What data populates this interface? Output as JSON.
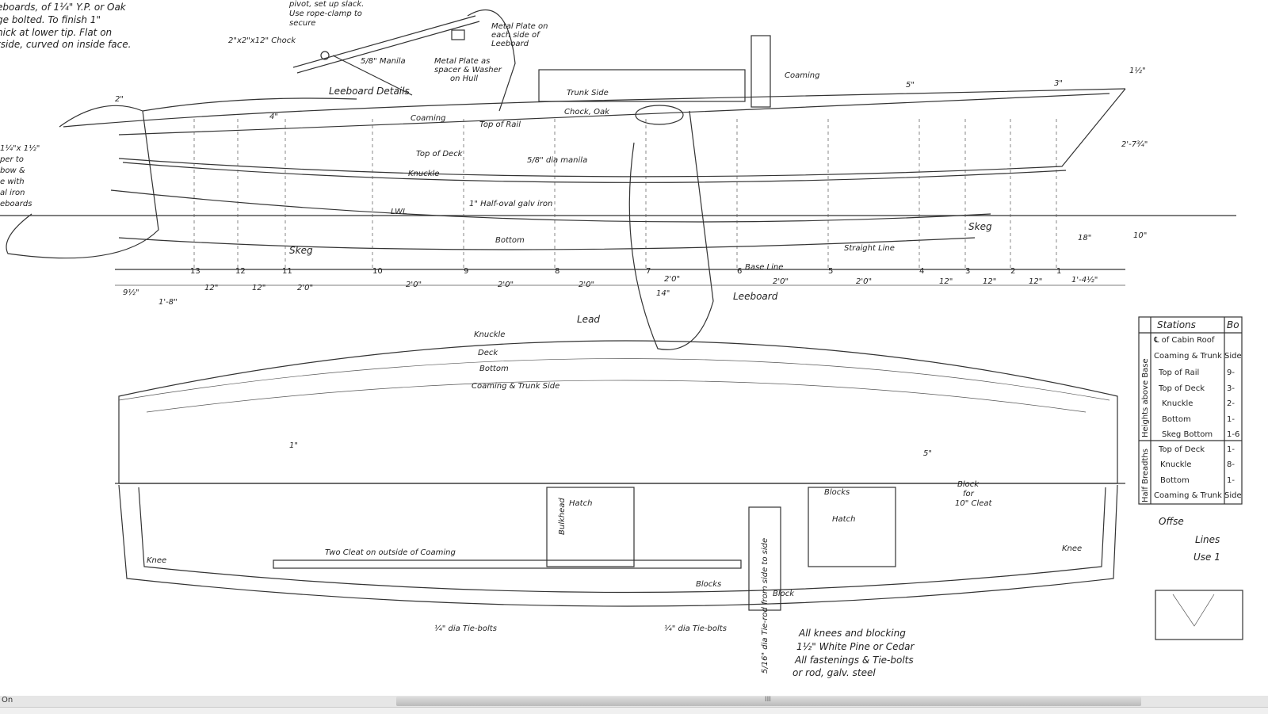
{
  "notes": {
    "leeboard_material": [
      "eboards, of 1¼\" Y.P. or Oak",
      "ge bolted. To finish 1\"",
      "hick at lower tip. Flat on",
      "tside, curved on inside face."
    ],
    "pivot": [
      "pivot, set up slack.",
      "Use rope-clamp to",
      "secure"
    ],
    "chock": "2\"x2\"x12\" Chock",
    "manila": "5/8\" Manila",
    "metal_plate_each_side": [
      "Metal Plate on",
      "each side of",
      "Leeboard"
    ],
    "metal_plate_spacer": [
      "Metal Plate as",
      "spacer & Washer",
      "on Hull"
    ],
    "leeboard_details": "Leeboard Details",
    "left_margin": [
      "1¼\"x 1½\"",
      "per to",
      "bow &",
      "e with",
      "al iron",
      "eboards"
    ],
    "knees": [
      "All knees and blocking",
      "1½\" White Pine or Cedar",
      "All fastenings & Tie-bolts",
      "or rod, galv. steel"
    ],
    "offsets": "Offse",
    "lines": [
      "Lines",
      "Use 1"
    ]
  },
  "profile_labels": {
    "trunk_side": "Trunk Side",
    "chock_oak": "Chock, Oak",
    "coaming": "Coaming",
    "coaming2": "Coaming",
    "top_of_rail": "Top of Rail",
    "top_of_deck": "Top of Deck",
    "knuckle": "Knuckle",
    "manila_dia": "5/8\" dia manila",
    "half_oval": "1\" Half-oval galv iron",
    "lwl": "LWL",
    "bottom": "Bottom",
    "skeg": "Skeg",
    "skeg2": "Skeg",
    "straight_line": "Straight Line",
    "base_line": "Base Line",
    "leeboard": "Leeboard",
    "lead": "Lead"
  },
  "stations": [
    "13",
    "12",
    "11",
    "10",
    "9",
    "8",
    "7",
    "6",
    "5",
    "4",
    "3",
    "2",
    "1"
  ],
  "spacings": [
    "9½\"",
    "1'-8\"",
    "12\"",
    "12\"",
    "2'0\"",
    "2'0\"",
    "2'0\"",
    "2'0\"",
    "2'0\"",
    "2'0\"",
    "2'0\"",
    "12\"",
    "12\"",
    "12\"",
    "1'-4½\""
  ],
  "dims": {
    "d2": "2\"",
    "d4": "4\"",
    "d5": "5\"",
    "d3": "3\"",
    "d1_half": "1½\"",
    "d14": "14\"",
    "d18": "18\"",
    "d10": "10\"",
    "d27": "2'-7¾\"",
    "d1": "1\"",
    "d5b": "5\""
  },
  "plan_labels": {
    "knuckle": "Knuckle",
    "deck": "Deck",
    "bottom": "Bottom",
    "coaming_trunk": "Coaming & Trunk Side",
    "hatch1": "Hatch",
    "hatch2": "Hatch",
    "bulkhead": "Bulkhead",
    "blocks": "Blocks",
    "blocks2": "Blocks",
    "block": "Block",
    "block_cleat": [
      "Block",
      "for",
      "10\" Cleat"
    ],
    "two_cleat": "Two Cleat on outside of Coaming",
    "knee1": "Knee",
    "knee2": "Knee",
    "tiebolts1": "¼\" dia Tie-bolts",
    "tiebolts2": "¼\" dia Tie-bolts",
    "diag": "5/16\" dia Tie-rod from side to side"
  },
  "offset_table": {
    "header": "Stations",
    "header2": "Bo",
    "group1": "Heights above Base",
    "group2": "Half Breadths",
    "rows": [
      "℄ of Cabin Roof",
      "Coaming & Trunk Side",
      "Top of Rail",
      "Top of Deck",
      "Knuckle",
      "Bottom",
      "Skeg Bottom",
      "Top of Deck",
      "Knuckle",
      "Bottom",
      "Coaming & Trunk Side"
    ],
    "partial_values": [
      "",
      "",
      "9-",
      "3-",
      "2-",
      "1-",
      "1-6",
      "1-",
      "8-",
      "1-",
      ""
    ]
  },
  "viewer": {
    "zoom_label": "On",
    "scroll_grip": "III"
  }
}
